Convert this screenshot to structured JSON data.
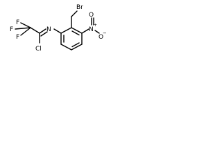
{
  "molecule": {
    "atoms": {
      "bromine": "Br",
      "fluorine_top": "F",
      "fluorine_left": "F",
      "fluorine_bottom": "F",
      "nitrogen_imine": "N",
      "chlorine": "Cl",
      "nitrogen_nitro": "N",
      "nitro_charge_plus": "+",
      "oxygen_top": "O",
      "oxygen_right": "O",
      "oxygen_charge_minus": "−"
    }
  }
}
